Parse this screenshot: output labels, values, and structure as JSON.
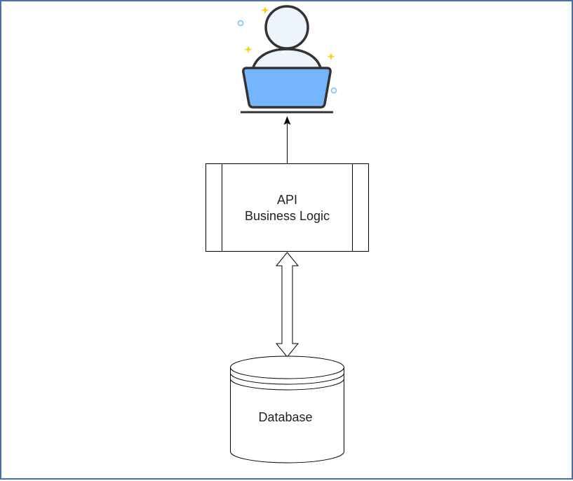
{
  "diagram": {
    "user_node": {
      "icon": "user-at-laptop-icon"
    },
    "api_node": {
      "label_line1": "API",
      "label_line2": "Business Logic"
    },
    "database_node": {
      "label": "Database"
    },
    "edges": [
      {
        "from": "api_node",
        "to": "user_node",
        "style": "single-arrow"
      },
      {
        "from": "api_node",
        "to": "database_node",
        "style": "double-block-arrow"
      }
    ]
  },
  "colors": {
    "frame_border": "#4a6fa5",
    "laptop_screen": "#74b5fb",
    "person_fill": "#eef4fb",
    "outline": "#333333",
    "sparkle": "#f5d328",
    "circle_accent": "#7dbef5"
  }
}
